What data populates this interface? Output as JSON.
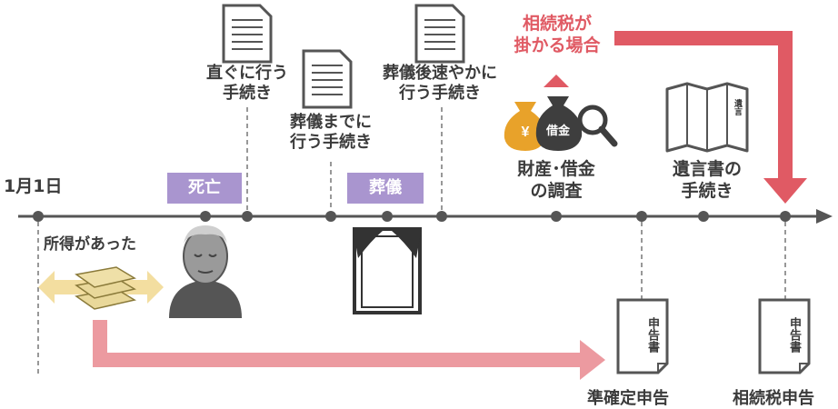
{
  "timeline": {
    "start_label": "1月1日",
    "income_label": "所得があった",
    "death_tag": "死亡",
    "funeral_tag": "葬儀"
  },
  "procedures": {
    "immediate": "直ぐに行う\n手続き",
    "before_funeral": "葬儀までに\n行う手続き",
    "after_funeral": "葬儀後速やかに\n行う手続き",
    "assets_survey": "財産･借金\nの調査",
    "will": "遺言書の\n手続き",
    "tax_case": "相続税が\n掛かる場合"
  },
  "filings": {
    "quasi_final": "準確定申告",
    "inheritance_tax": "相続税申告"
  },
  "icons": {
    "yen_bag_text": "¥",
    "debt_bag_text": "借金",
    "will_text": "遺言",
    "form_text": "申告書"
  },
  "colors": {
    "tag_purple": "#a995cf",
    "arrow_pink": "#ec9aa0",
    "arrow_red": "#e05a64",
    "line_gray": "#555555"
  }
}
